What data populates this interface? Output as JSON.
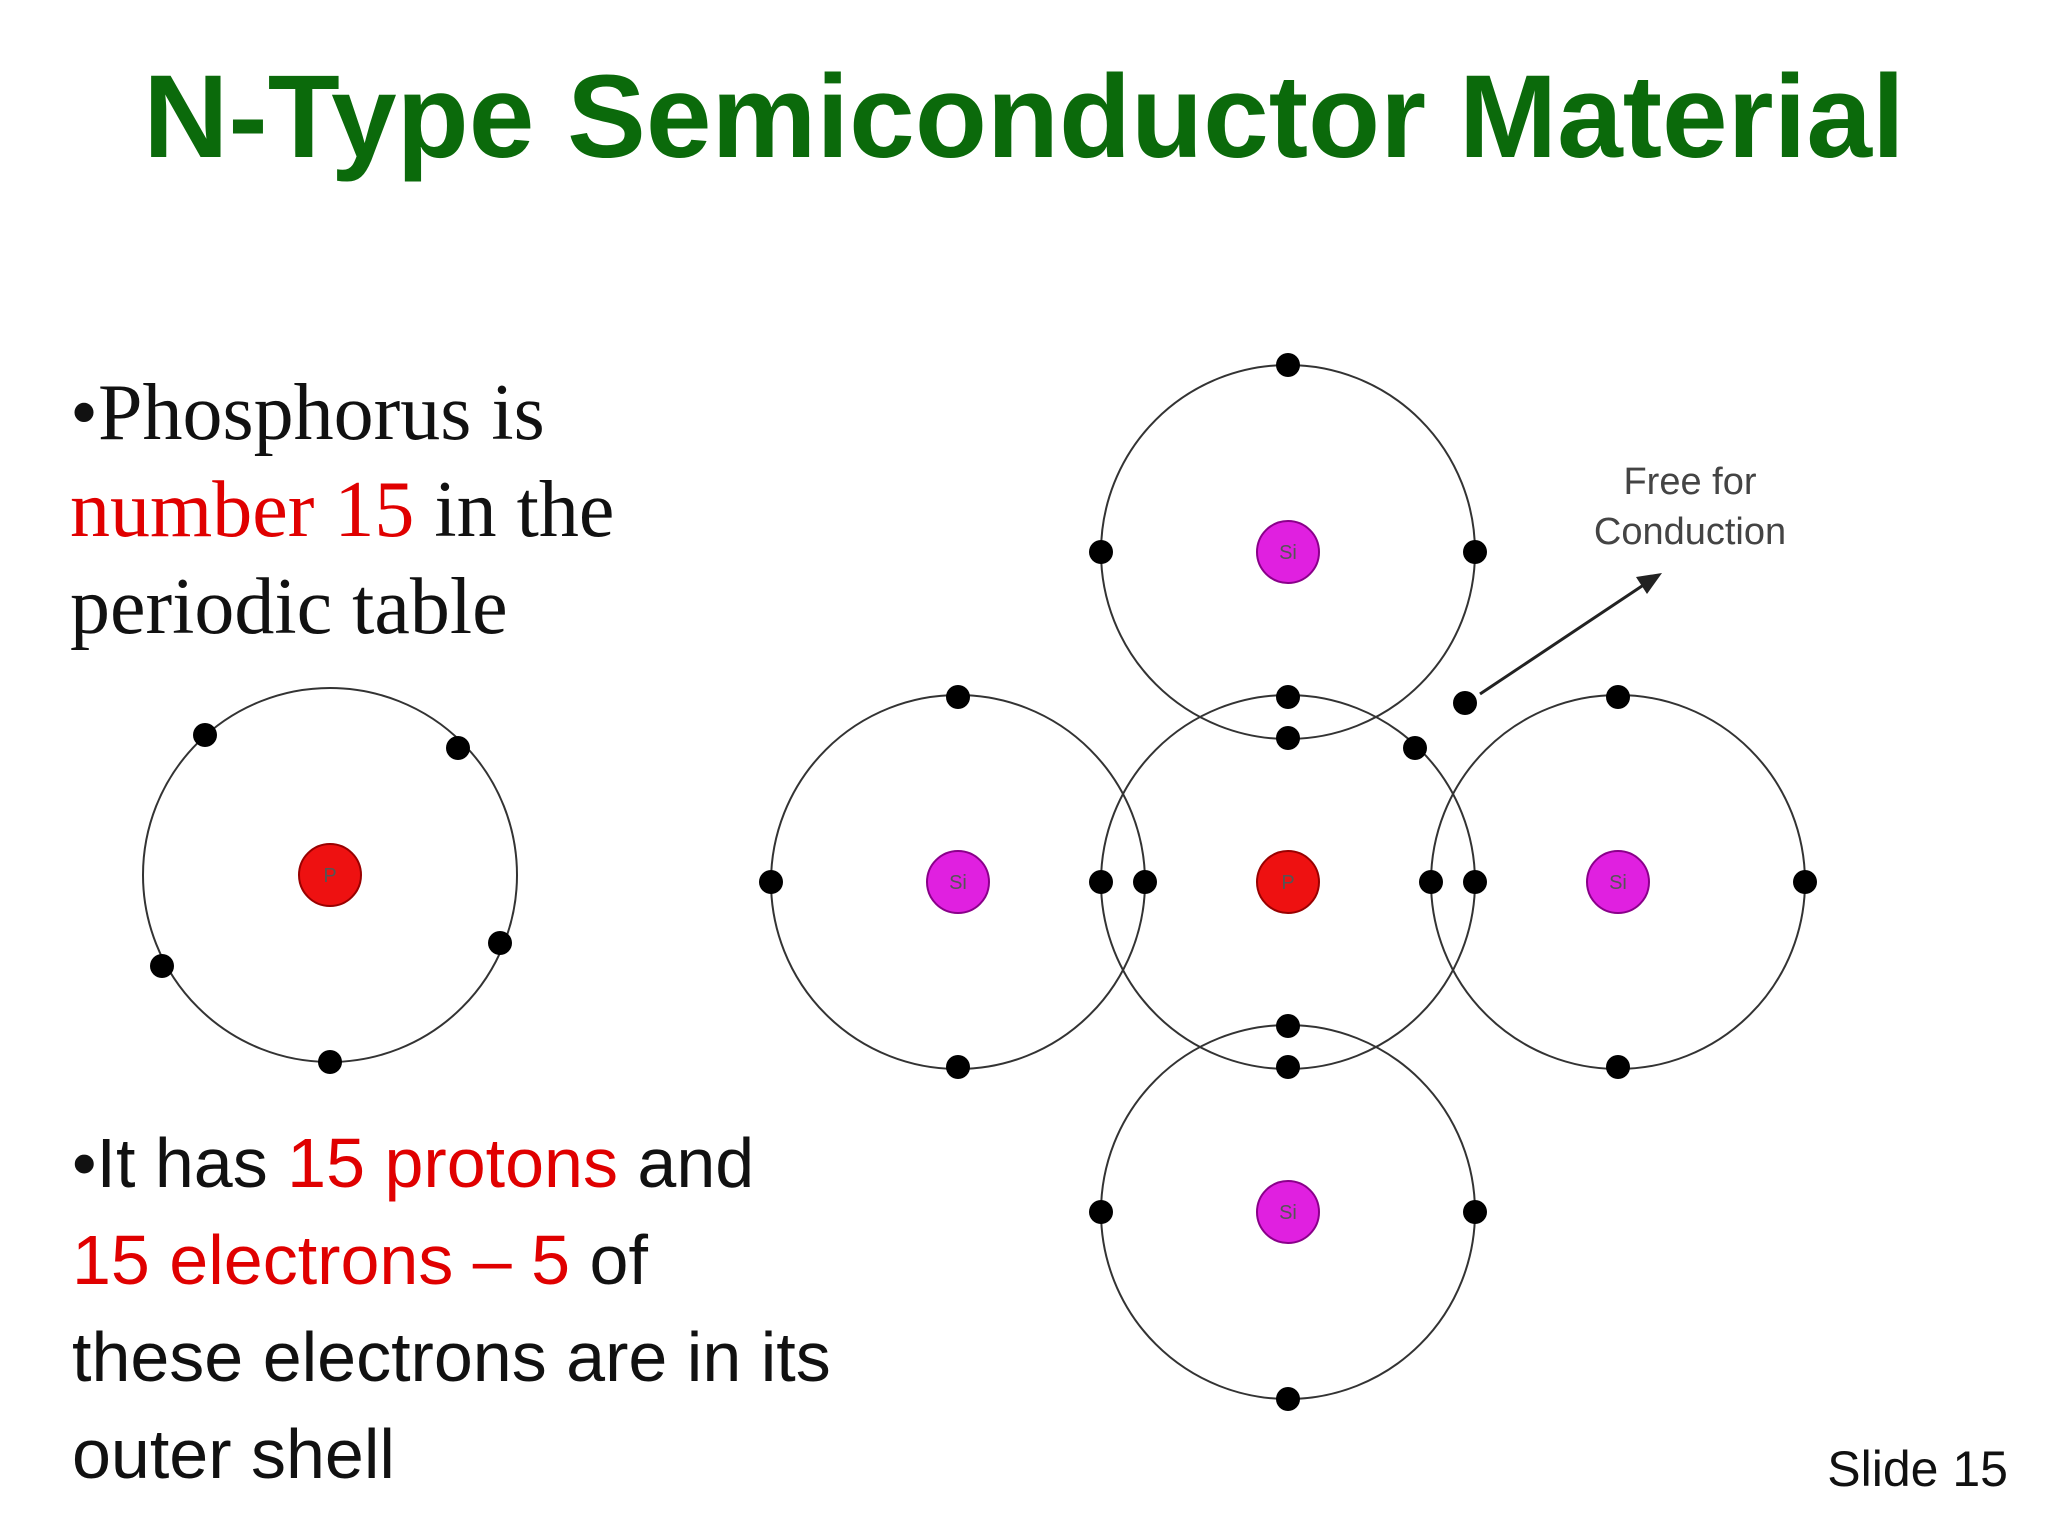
{
  "slide": {
    "title": "N-Type Semiconductor Material",
    "slide_number": "Slide 15"
  },
  "bullet1": {
    "bullet": "•",
    "text_a": "Phosphorus is ",
    "highlight": "number 15",
    "text_b": " in the periodic table"
  },
  "bullet2": {
    "bullet": "•",
    "text_a": "It has ",
    "highlight_a": "15 protons",
    "text_b": " and ",
    "highlight_b": "15 electrons – 5",
    "text_c": " of these electrons are in its outer shell"
  },
  "diagram": {
    "phosphorus_label": "P",
    "silicon_label": "Si",
    "free_label_line1": "Free for",
    "free_label_line2": "Conduction",
    "colors": {
      "phosphorus": "#ee1111",
      "silicon": "#e020e0",
      "electron": "#000000",
      "orbit": "#333333"
    }
  }
}
